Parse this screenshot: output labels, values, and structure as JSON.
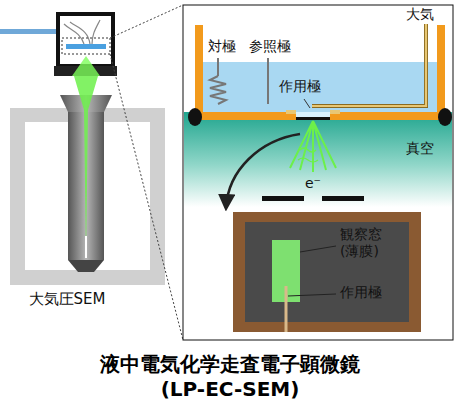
{
  "diagram": {
    "caption": "液中電気化学走査電子顕微鏡 (LP-EC-SEM)",
    "labels": [
      "大気圧SEM",
      "対極",
      "参照極",
      "大気",
      "作用極",
      "真空",
      "e⁻",
      "観察窓 (薄膜)",
      "作用極"
    ]
  }
}
